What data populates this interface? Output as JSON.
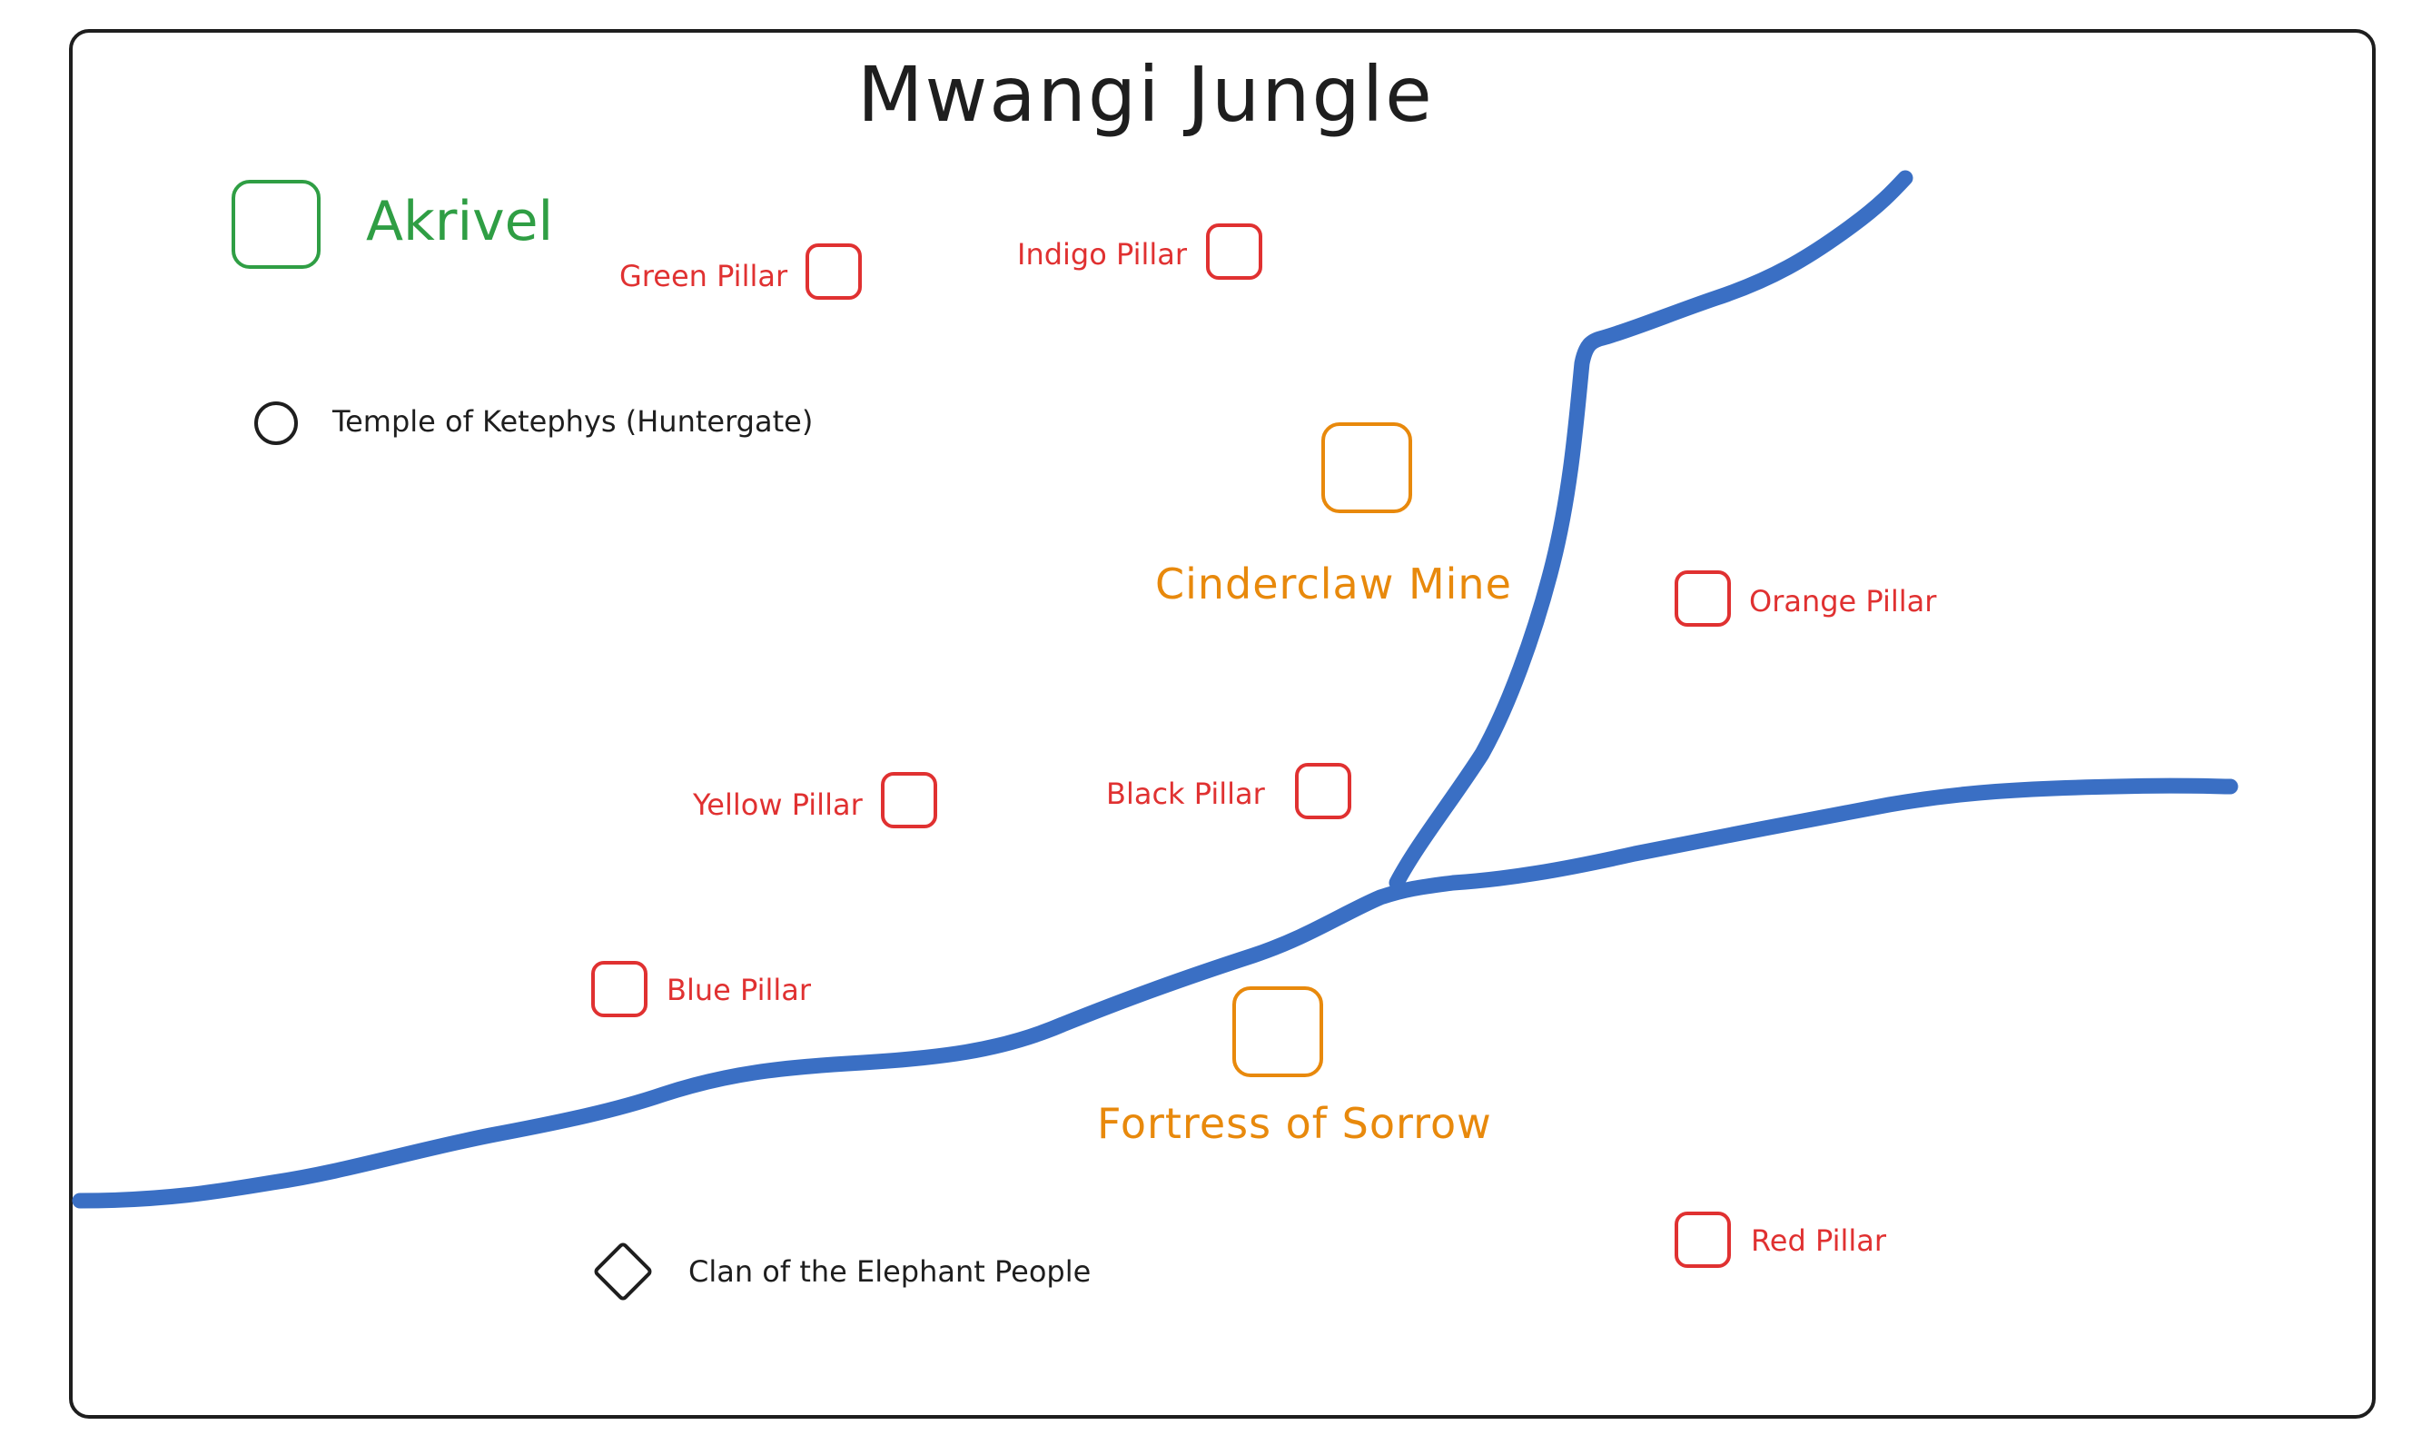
{
  "title": "Mwangi Jungle",
  "colors": {
    "river": "#3a6fc4",
    "pillar": "#e03131",
    "site": "#e8890c",
    "city": "#2f9e44",
    "ink": "#1e1e1e"
  },
  "city": {
    "label": "Akrivel",
    "icon": "square-marker-icon"
  },
  "sites": [
    {
      "label": "Cinderclaw Mine",
      "icon": "square-marker-icon"
    },
    {
      "label": "Fortress of Sorrow",
      "icon": "square-marker-icon"
    }
  ],
  "pillars": {
    "green": "Green Pillar",
    "indigo": "Indigo Pillar",
    "orange": "Orange Pillar",
    "yellow": "Yellow Pillar",
    "black": "Black Pillar",
    "blue": "Blue Pillar",
    "red": "Red Pillar"
  },
  "temple": {
    "label": "Temple of Ketephys (Huntergate)",
    "icon": "circle-marker-icon"
  },
  "clan": {
    "label": "Clan of the Elephant People",
    "icon": "diamond-marker-icon"
  }
}
